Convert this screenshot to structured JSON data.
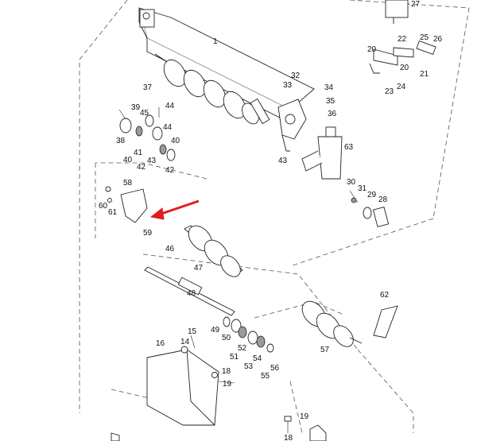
{
  "colors": {
    "ink": "#222222",
    "arrow": "#e21d1d",
    "background": "#ffffff"
  },
  "callouts": [
    {
      "id": "c27",
      "text": "27"
    },
    {
      "id": "c1",
      "text": "1"
    },
    {
      "id": "c22",
      "text": "22"
    },
    {
      "id": "c25",
      "text": "25"
    },
    {
      "id": "c26",
      "text": "26"
    },
    {
      "id": "c20a",
      "text": "20"
    },
    {
      "id": "c20b",
      "text": "20"
    },
    {
      "id": "c21",
      "text": "21"
    },
    {
      "id": "c23",
      "text": "23"
    },
    {
      "id": "c24",
      "text": "24"
    },
    {
      "id": "c32",
      "text": "32"
    },
    {
      "id": "c33",
      "text": "33"
    },
    {
      "id": "c34",
      "text": "34"
    },
    {
      "id": "c35",
      "text": "35"
    },
    {
      "id": "c36",
      "text": "36"
    },
    {
      "id": "c37",
      "text": "37"
    },
    {
      "id": "c39",
      "text": "39"
    },
    {
      "id": "c44a",
      "text": "44"
    },
    {
      "id": "c45",
      "text": "45"
    },
    {
      "id": "c44b",
      "text": "44"
    },
    {
      "id": "c38",
      "text": "38"
    },
    {
      "id": "c41",
      "text": "41"
    },
    {
      "id": "c40a",
      "text": "40"
    },
    {
      "id": "c40b",
      "text": "40"
    },
    {
      "id": "c43a",
      "text": "43"
    },
    {
      "id": "c42a",
      "text": "42"
    },
    {
      "id": "c42b",
      "text": "42"
    },
    {
      "id": "c43b",
      "text": "43"
    },
    {
      "id": "c63",
      "text": "63"
    },
    {
      "id": "c58",
      "text": "58"
    },
    {
      "id": "c60",
      "text": "60"
    },
    {
      "id": "c61",
      "text": "61"
    },
    {
      "id": "c59",
      "text": "59"
    },
    {
      "id": "c30",
      "text": "30"
    },
    {
      "id": "c31",
      "text": "31"
    },
    {
      "id": "c29",
      "text": "29"
    },
    {
      "id": "c28",
      "text": "28"
    },
    {
      "id": "c46",
      "text": "46"
    },
    {
      "id": "c47",
      "text": "47"
    },
    {
      "id": "c48",
      "text": "48"
    },
    {
      "id": "c62",
      "text": "62"
    },
    {
      "id": "c15",
      "text": "15"
    },
    {
      "id": "c14",
      "text": "14"
    },
    {
      "id": "c16",
      "text": "16"
    },
    {
      "id": "c49",
      "text": "49"
    },
    {
      "id": "c50",
      "text": "50"
    },
    {
      "id": "c51",
      "text": "51"
    },
    {
      "id": "c52",
      "text": "52"
    },
    {
      "id": "c53",
      "text": "53"
    },
    {
      "id": "c54",
      "text": "54"
    },
    {
      "id": "c55",
      "text": "55"
    },
    {
      "id": "c56",
      "text": "56"
    },
    {
      "id": "c57",
      "text": "57"
    },
    {
      "id": "c18a",
      "text": "18"
    },
    {
      "id": "c19a",
      "text": "19"
    },
    {
      "id": "c19b",
      "text": "19"
    },
    {
      "id": "c18b",
      "text": "18"
    }
  ]
}
